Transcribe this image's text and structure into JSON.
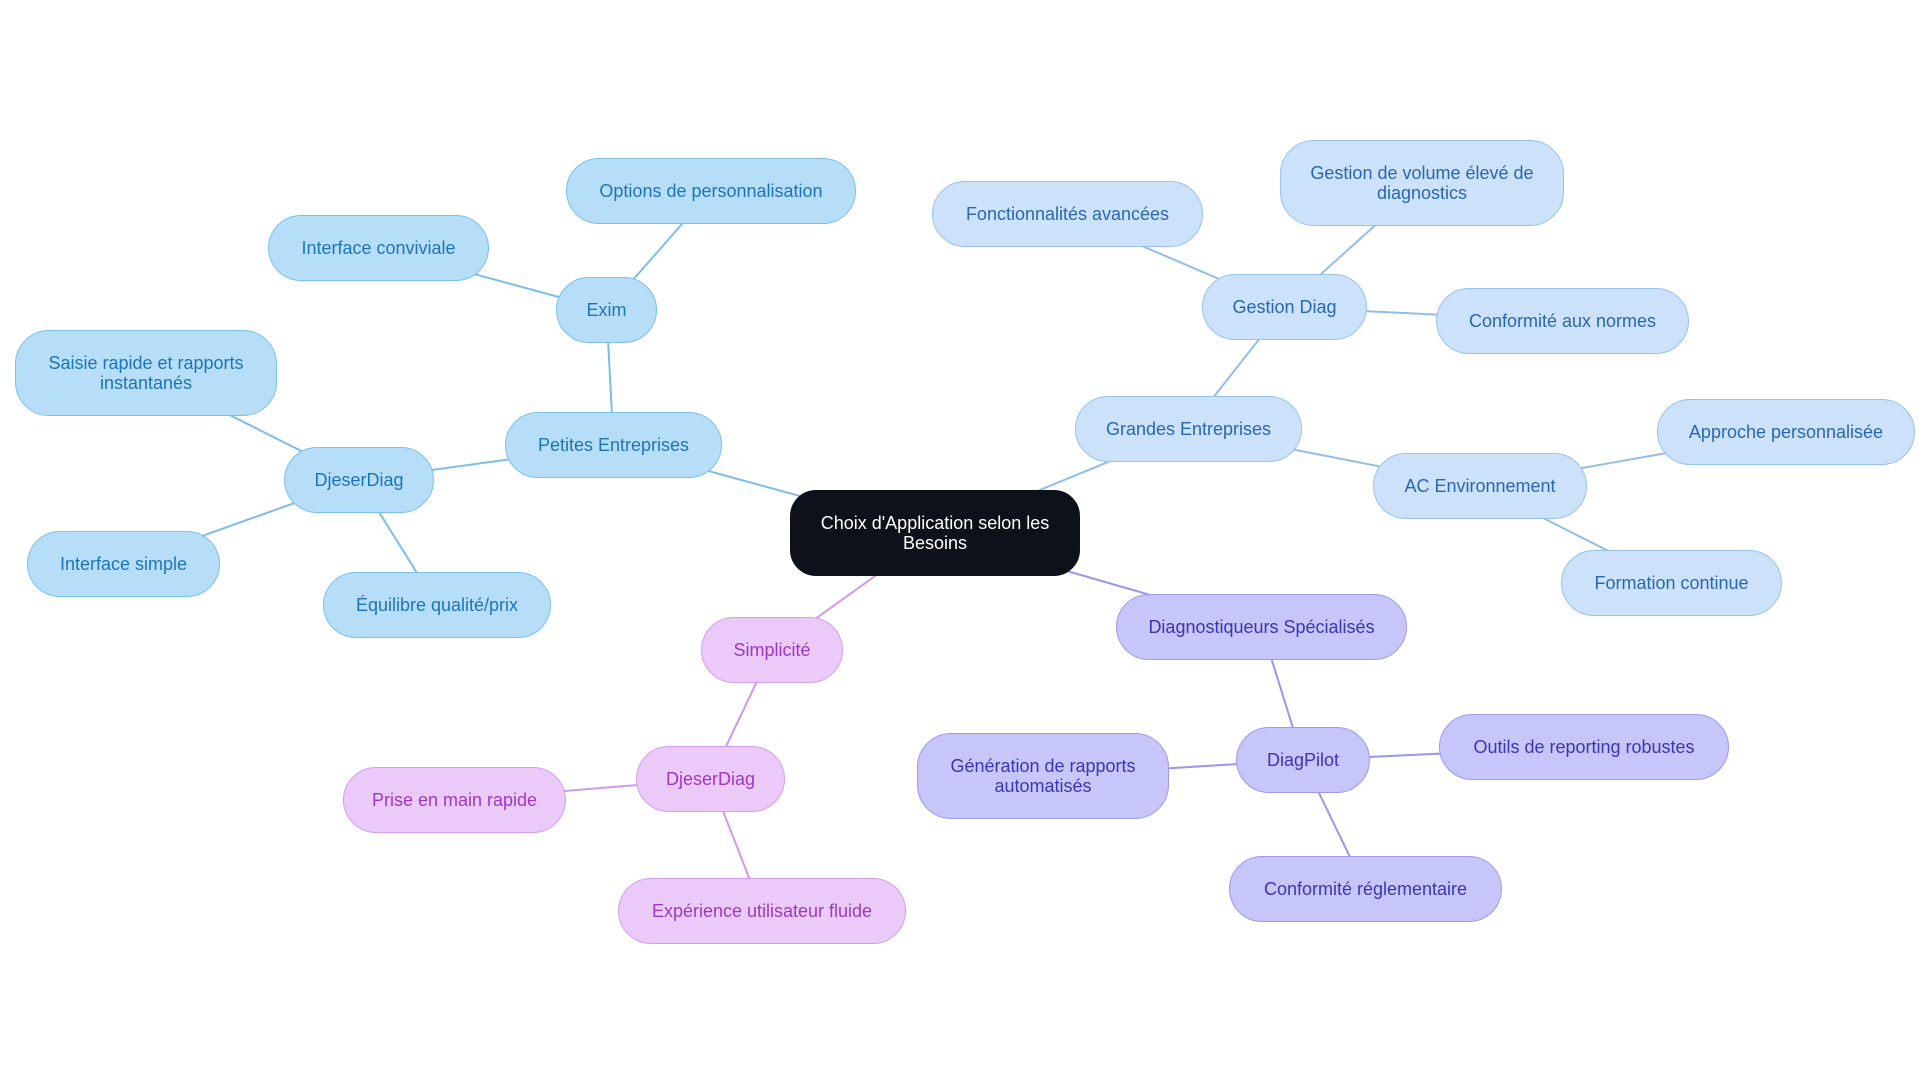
{
  "colors": {
    "root_bg": "#0d1119",
    "root_text": "#ffffff",
    "blue_edge": "#7cbde9",
    "lightblue_edge": "#93bde9",
    "purple_edge": "#9896ee",
    "pink_edge": "#cf98ec"
  },
  "root": {
    "id": "root",
    "label": "Choix d'Application selon les Besoins",
    "branch": "root"
  },
  "nodes": [
    {
      "id": "petites",
      "label": "Petites Entreprises",
      "branch": "blue",
      "parent": "root"
    },
    {
      "id": "exim",
      "label": "Exim",
      "branch": "blue",
      "parent": "petites"
    },
    {
      "id": "options",
      "label": "Options de personnalisation",
      "branch": "blue",
      "parent": "exim"
    },
    {
      "id": "conviviale",
      "label": "Interface conviviale",
      "branch": "blue",
      "parent": "exim"
    },
    {
      "id": "djeser1",
      "label": "DjeserDiag",
      "branch": "blue",
      "parent": "petites"
    },
    {
      "id": "saisie",
      "label": "Saisie rapide et rapports instantanés",
      "branch": "blue",
      "parent": "djeser1"
    },
    {
      "id": "simple",
      "label": "Interface simple",
      "branch": "blue",
      "parent": "djeser1"
    },
    {
      "id": "equilibre",
      "label": "Équilibre qualité/prix",
      "branch": "blue",
      "parent": "djeser1"
    },
    {
      "id": "grandes",
      "label": "Grandes Entreprises",
      "branch": "lblue",
      "parent": "root"
    },
    {
      "id": "gestion",
      "label": "Gestion Diag",
      "branch": "lblue",
      "parent": "grandes"
    },
    {
      "id": "fonctions",
      "label": "Fonctionnalités avancées",
      "branch": "lblue",
      "parent": "gestion"
    },
    {
      "id": "volume",
      "label": "Gestion de volume élevé de diagnostics",
      "branch": "lblue",
      "parent": "gestion"
    },
    {
      "id": "normes",
      "label": "Conformité aux normes",
      "branch": "lblue",
      "parent": "gestion"
    },
    {
      "id": "ac",
      "label": "AC Environnement",
      "branch": "lblue",
      "parent": "grandes"
    },
    {
      "id": "approche",
      "label": "Approche personnalisée",
      "branch": "lblue",
      "parent": "ac"
    },
    {
      "id": "formation",
      "label": "Formation continue",
      "branch": "lblue",
      "parent": "ac"
    },
    {
      "id": "specialises",
      "label": "Diagnostiqueurs Spécialisés",
      "branch": "purple",
      "parent": "root"
    },
    {
      "id": "diagpilot",
      "label": "DiagPilot",
      "branch": "purple",
      "parent": "specialises"
    },
    {
      "id": "generation",
      "label": "Génération de rapports automatisés",
      "branch": "purple",
      "parent": "diagpilot"
    },
    {
      "id": "outils",
      "label": "Outils de reporting robustes",
      "branch": "purple",
      "parent": "diagpilot"
    },
    {
      "id": "reglementaire",
      "label": "Conformité réglementaire",
      "branch": "purple",
      "parent": "diagpilot"
    },
    {
      "id": "simplicite",
      "label": "Simplicité",
      "branch": "pink",
      "parent": "root"
    },
    {
      "id": "djeser2",
      "label": "DjeserDiag",
      "branch": "pink",
      "parent": "simplicite"
    },
    {
      "id": "prise",
      "label": "Prise en main rapide",
      "branch": "pink",
      "parent": "djeser2"
    },
    {
      "id": "experience",
      "label": "Expérience utilisateur fluide",
      "branch": "pink",
      "parent": "djeser2"
    }
  ]
}
